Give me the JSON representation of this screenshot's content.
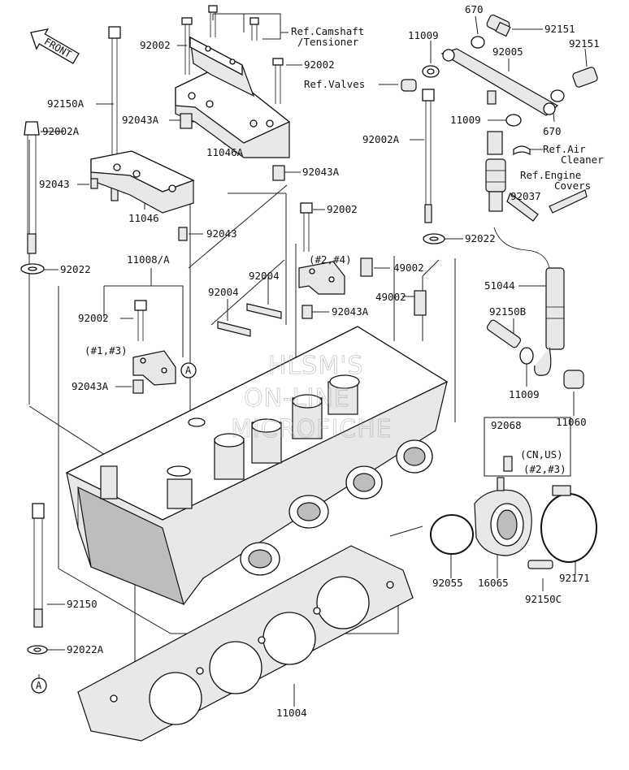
{
  "watermark": [
    "HLSM'S",
    "ON-LINE",
    "MICROFICHE"
  ],
  "front_label": "FRONT",
  "labels": [
    {
      "id": "92002-top",
      "text": "92002"
    },
    {
      "id": "ref-camshaft",
      "text": "Ref.Camshaft"
    },
    {
      "id": "ref-tensioner",
      "text": "/Tensioner"
    },
    {
      "id": "92002-right",
      "text": "92002"
    },
    {
      "id": "92150A",
      "text": "92150A"
    },
    {
      "id": "92043A-upper",
      "text": "92043A"
    },
    {
      "id": "92002A-left",
      "text": "92002A"
    },
    {
      "id": "11046A",
      "text": "11046A"
    },
    {
      "id": "92043",
      "text": "92043"
    },
    {
      "id": "92043A-mid",
      "text": "92043A"
    },
    {
      "id": "11046",
      "text": "11046"
    },
    {
      "id": "92043-lower",
      "text": "92043"
    },
    {
      "id": "92022-left",
      "text": "92022"
    },
    {
      "id": "11008A",
      "text": "11008/A"
    },
    {
      "id": "92002-mid",
      "text": "92002"
    },
    {
      "id": "2-4",
      "text": "(#2,#4)"
    },
    {
      "id": "92004-a",
      "text": "92004"
    },
    {
      "id": "92004-b",
      "text": "92004"
    },
    {
      "id": "92002-lower",
      "text": "92002"
    },
    {
      "id": "1-3",
      "text": "(#1,#3)"
    },
    {
      "id": "92043A-lower-left",
      "text": "92043A"
    },
    {
      "id": "92043A-lower-mid",
      "text": "92043A"
    },
    {
      "id": "49002-a",
      "text": "49002"
    },
    {
      "id": "49002-b",
      "text": "49002"
    },
    {
      "id": "11009-top",
      "text": "11009"
    },
    {
      "id": "ref-valves",
      "text": "Ref.Valves"
    },
    {
      "id": "670-top",
      "text": "670"
    },
    {
      "id": "92151-a",
      "text": "92151"
    },
    {
      "id": "92151-b",
      "text": "92151"
    },
    {
      "id": "92005",
      "text": "92005"
    },
    {
      "id": "11009-mid",
      "text": "11009"
    },
    {
      "id": "670-mid",
      "text": "670"
    },
    {
      "id": "92002A-right",
      "text": "92002A"
    },
    {
      "id": "ref-air",
      "text": "Ref.Air"
    },
    {
      "id": "cleaner",
      "text": "Cleaner"
    },
    {
      "id": "ref-engine",
      "text": "Ref.Engine"
    },
    {
      "id": "covers",
      "text": "Covers"
    },
    {
      "id": "92037",
      "text": "92037"
    },
    {
      "id": "92022-right",
      "text": "92022"
    },
    {
      "id": "51044",
      "text": "51044"
    },
    {
      "id": "92150B",
      "text": "92150B"
    },
    {
      "id": "11009-low",
      "text": "11009"
    },
    {
      "id": "11060",
      "text": "11060"
    },
    {
      "id": "92068",
      "text": "92068"
    },
    {
      "id": "cn-us",
      "text": "(CN,US)"
    },
    {
      "id": "2-3",
      "text": "(#2,#3)"
    },
    {
      "id": "92055",
      "text": "92055"
    },
    {
      "id": "16065",
      "text": "16065"
    },
    {
      "id": "92171",
      "text": "92171"
    },
    {
      "id": "92150C",
      "text": "92150C"
    },
    {
      "id": "92150",
      "text": "92150"
    },
    {
      "id": "92022A",
      "text": "92022A"
    },
    {
      "id": "11004",
      "text": "11004"
    }
  ],
  "markers": [
    {
      "id": "marker-a-top",
      "text": "A"
    },
    {
      "id": "marker-a-bottom",
      "text": "A"
    }
  ]
}
